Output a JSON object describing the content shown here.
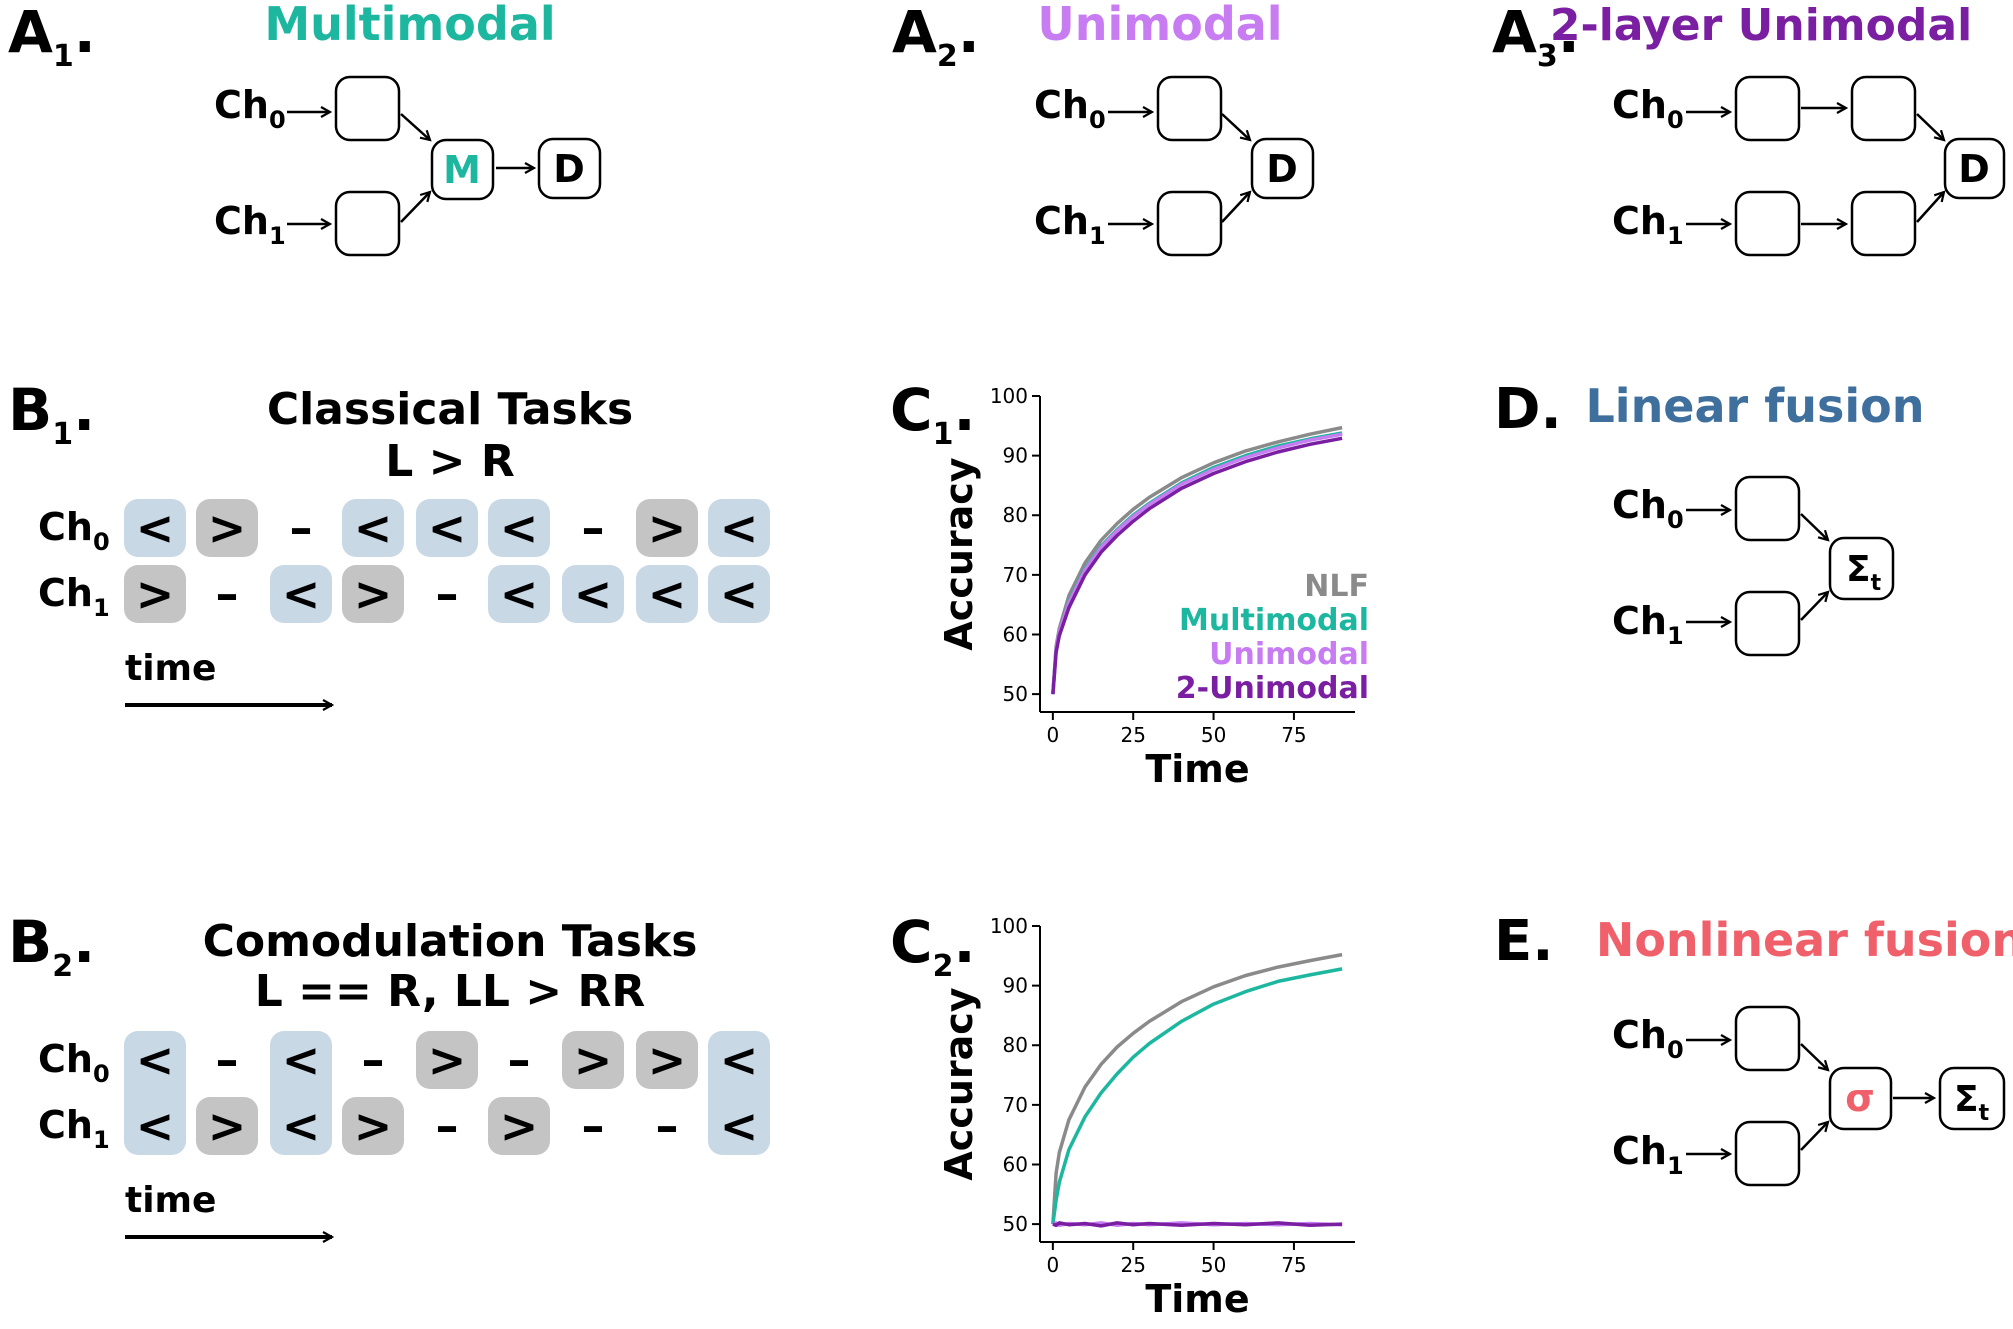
{
  "colors": {
    "multimodal": "#1db7a0",
    "unimodal": "#c77cf2",
    "two_layer": "#7a1fa2",
    "nlf": "#8a8a8a",
    "linear": "#3f6f9c",
    "nonlinear": "#f0606a",
    "match_bg": "#c9d8e5",
    "mismatch_bg": "#c4c4c4",
    "ink": "#000000"
  },
  "panel_a1": {
    "letter": "A",
    "sub": "1",
    "title": "Multimodal",
    "ch0": "Ch",
    "ch0_sub": "0",
    "ch1": "Ch",
    "ch1_sub": "1",
    "fusion_node": "M",
    "decision_node": "D"
  },
  "panel_a2": {
    "letter": "A",
    "sub": "2",
    "title": "Unimodal",
    "ch0": "Ch",
    "ch0_sub": "0",
    "ch1": "Ch",
    "ch1_sub": "1",
    "decision_node": "D"
  },
  "panel_a3": {
    "letter": "A",
    "sub": "3",
    "title": "2-layer Unimodal",
    "ch0": "Ch",
    "ch0_sub": "0",
    "ch1": "Ch",
    "ch1_sub": "1",
    "decision_node": "D"
  },
  "panel_b1": {
    "letter": "B",
    "sub": "1",
    "title": "Classical Tasks",
    "subtitle": "L > R",
    "ch0": "Ch",
    "ch0_sub": "0",
    "ch1": "Ch",
    "ch1_sub": "1",
    "row0": [
      "<",
      ">",
      "–",
      "<",
      "<",
      "<",
      "–",
      ">",
      "<"
    ],
    "row1": [
      ">",
      "–",
      "<",
      ">",
      "–",
      "<",
      "<",
      "<",
      "<"
    ],
    "time_label": "time"
  },
  "panel_b2": {
    "letter": "B",
    "sub": "2",
    "title": "Comodulation Tasks",
    "subtitle": "L == R, LL > RR",
    "ch0": "Ch",
    "ch0_sub": "0",
    "ch1": "Ch",
    "ch1_sub": "1",
    "row0": [
      "<",
      "–",
      "<",
      "–",
      ">",
      "–",
      ">",
      ">",
      "<"
    ],
    "row1": [
      "<",
      ">",
      "<",
      ">",
      "–",
      ">",
      "–",
      "–",
      "<"
    ],
    "time_label": "time"
  },
  "panel_c1": {
    "letter": "C",
    "sub": "1"
  },
  "panel_c2": {
    "letter": "C",
    "sub": "2"
  },
  "panel_d": {
    "letter": "D.",
    "title": "Linear fusion",
    "ch0": "Ch",
    "ch0_sub": "0",
    "ch1": "Ch",
    "ch1_sub": "1",
    "sum_node": "Σ",
    "sum_sub": "t"
  },
  "panel_e": {
    "letter": "E.",
    "title": "Nonlinear fusion",
    "ch0": "Ch",
    "ch0_sub": "0",
    "ch1": "Ch",
    "ch1_sub": "1",
    "sigma_node": "σ",
    "sum_node": "Σ",
    "sum_sub": "t"
  },
  "chart_data": [
    {
      "type": "line",
      "panel": "C1",
      "xlabel": "Time",
      "ylabel": "Accuracy",
      "xticks": [
        0,
        25,
        50,
        75
      ],
      "yticks": [
        50,
        60,
        70,
        80,
        90,
        100
      ],
      "xlim": [
        -4,
        94
      ],
      "ylim": [
        47,
        100
      ],
      "grid": false,
      "legend": "inside lower-right",
      "x": [
        0,
        1,
        2,
        5,
        10,
        15,
        20,
        25,
        30,
        40,
        50,
        60,
        70,
        80,
        90
      ],
      "series": [
        {
          "name": "NLF",
          "color": "#8a8a8a",
          "values": [
            50,
            58,
            61,
            66.5,
            72,
            75.8,
            78.6,
            81,
            83,
            86.3,
            88.8,
            90.8,
            92.3,
            93.6,
            94.7
          ]
        },
        {
          "name": "Multimodal",
          "color": "#1db7a0",
          "values": [
            50,
            57.5,
            60.5,
            65.5,
            71,
            74.8,
            77.6,
            80,
            82,
            85.4,
            88,
            90,
            91.6,
            92.8,
            93.8
          ]
        },
        {
          "name": "Unimodal",
          "color": "#c77cf2",
          "values": [
            50,
            57.5,
            60.5,
            65.3,
            70.8,
            74.6,
            77.4,
            79.8,
            81.8,
            85.2,
            87.7,
            89.7,
            91.3,
            92.6,
            93.6
          ]
        },
        {
          "name": "2-Unimodal",
          "color": "#7a1fa2",
          "values": [
            50,
            57,
            59.8,
            64.5,
            70,
            73.8,
            76.6,
            79,
            81.1,
            84.5,
            87,
            89,
            90.6,
            91.9,
            92.9
          ]
        }
      ]
    },
    {
      "type": "line",
      "panel": "C2",
      "xlabel": "Time",
      "ylabel": "Accuracy",
      "xticks": [
        0,
        25,
        50,
        75
      ],
      "yticks": [
        50,
        60,
        70,
        80,
        90,
        100
      ],
      "xlim": [
        -4,
        94
      ],
      "ylim": [
        47,
        100
      ],
      "grid": false,
      "x": [
        0,
        1,
        2,
        5,
        10,
        15,
        20,
        25,
        30,
        40,
        50,
        60,
        70,
        80,
        90
      ],
      "series": [
        {
          "color": "#8a8a8a",
          "values": [
            50,
            58.5,
            62,
            67.5,
            73,
            76.8,
            79.7,
            82,
            84,
            87.3,
            89.8,
            91.7,
            93.1,
            94.2,
            95.2
          ]
        },
        {
          "color": "#1db7a0",
          "values": [
            50,
            54,
            57,
            62.5,
            68,
            72,
            75.2,
            78,
            80.3,
            84,
            86.9,
            89,
            90.7,
            91.8,
            92.8
          ]
        },
        {
          "color": "#c77cf2",
          "values": [
            50,
            50.2,
            49.8,
            50.1,
            49.9,
            50.2,
            49.8,
            50.1,
            49.9,
            50.2,
            49.9,
            50.1,
            49.9,
            50.1,
            49.9
          ]
        },
        {
          "color": "#7a1fa2",
          "values": [
            50,
            49.8,
            50.2,
            49.9,
            50.1,
            49.7,
            50.2,
            49.9,
            50.1,
            49.8,
            50.1,
            49.9,
            50.2,
            49.8,
            50
          ]
        }
      ]
    }
  ]
}
